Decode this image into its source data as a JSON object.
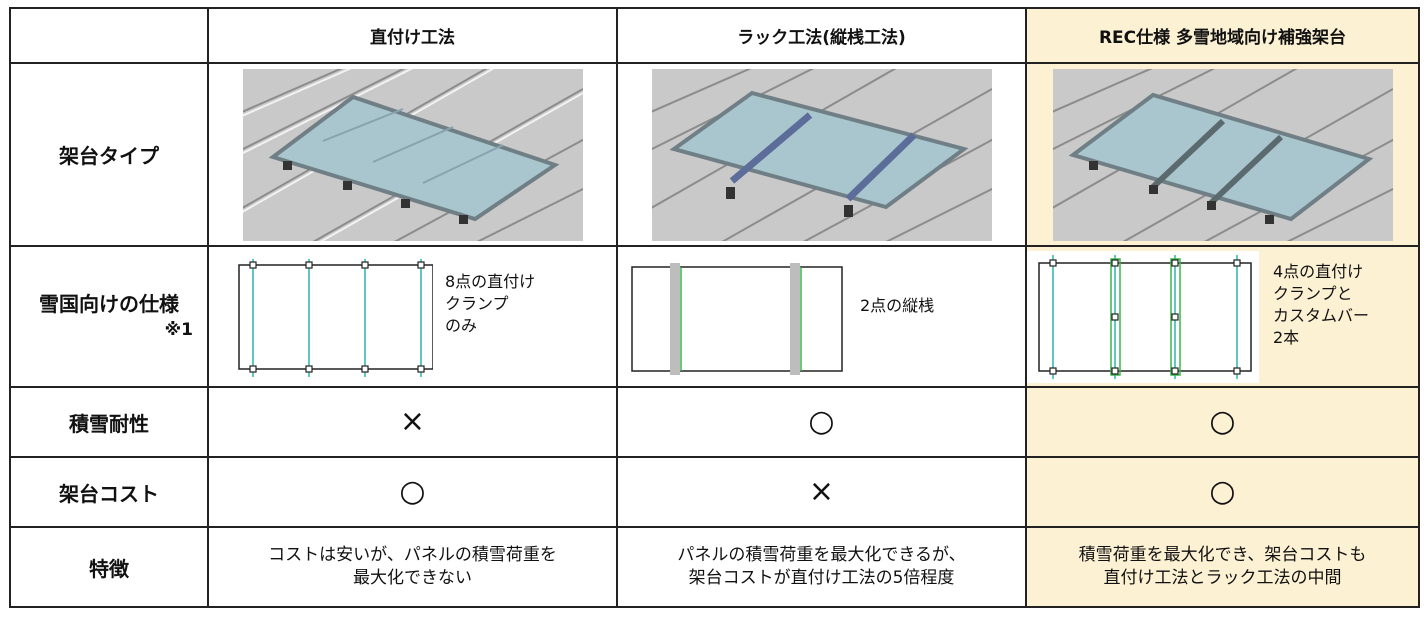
{
  "columns": {
    "direct": "直付け工法",
    "rack": "ラック工法(縦桟工法)",
    "rec": "REC仕様 多雪地域向け補強架台"
  },
  "rows": {
    "type_label": "架台タイプ",
    "spec_label": "雪国向けの仕様",
    "spec_note_ref": "※1",
    "snow_label": "積雪耐性",
    "cost_label": "架台コスト",
    "feature_label": "特徴"
  },
  "specs": {
    "direct": "8点の直付け\nクランプ\nのみ",
    "rack": "2点の縦桟",
    "rec": "4点の直付け\nクランプと\nカスタムバー\n2本"
  },
  "marks": {
    "snow": {
      "direct": "×",
      "rack": "○",
      "rec": "○"
    },
    "cost": {
      "direct": "○",
      "rack": "×",
      "rec": "○"
    }
  },
  "features": {
    "direct_l1": "コストは安いが、パネルの積雪荷重を",
    "direct_l2": "最大化できない",
    "rack_l1": "パネルの積雪荷重を最大化できるが、",
    "rack_l2": "架台コストが直付け工法の5倍程度",
    "rec_l1": "積雪荷重を最大化でき、架台コストも",
    "rec_l2": "直付け工法とラック工法の中間"
  },
  "colors": {
    "rec_highlight": "#fdf1d4",
    "roof": "#c9c9c9",
    "panel": "#a9c6cf",
    "rail_line": "#2bb5b0",
    "bar_green": "#3ab54a"
  }
}
